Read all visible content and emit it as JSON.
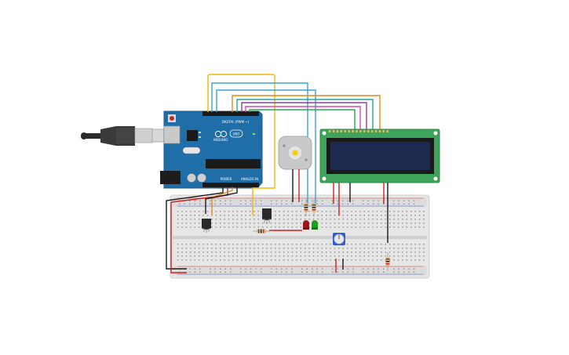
{
  "board": {
    "brand": "ARDUINO",
    "model": "UNO",
    "digital_label": "DIGITAL (PWM ~)",
    "power_label": "POWER",
    "analog_label": "ANALOG IN"
  },
  "colors": {
    "canvas_bg": "#ffffff",
    "breadboard": "#e8e8e8",
    "board_blue": "#1f6ea8",
    "lcd_green": "#3fa45b",
    "lcd_screen": "#1c2a4f",
    "wire_red": "#d11f1f",
    "wire_black": "#1a1a1a",
    "wire_yellow": "#f0b800",
    "wire_blue": "#3aa0d8",
    "wire_orange": "#e08a1e",
    "wire_purple": "#8b3fa0",
    "wire_pink": "#d64aa0",
    "wire_teal": "#2aa59a",
    "led_red": "#a01515",
    "led_green": "#1aa31a"
  },
  "components": [
    {
      "name": "usb-cable",
      "icon": "usb-plug-icon"
    },
    {
      "name": "arduino-uno-board",
      "icon": "microcontroller-icon"
    },
    {
      "name": "dc-motor",
      "icon": "motor-icon"
    },
    {
      "name": "lcd-16x2-display",
      "icon": "lcd-icon"
    },
    {
      "name": "breadboard",
      "icon": "breadboard-icon"
    },
    {
      "name": "temperature-sensor",
      "icon": "sensor-icon"
    },
    {
      "name": "npn-transistor",
      "icon": "transistor-icon"
    },
    {
      "name": "red-led",
      "icon": "led-icon"
    },
    {
      "name": "green-led",
      "icon": "led-icon"
    },
    {
      "name": "potentiometer",
      "icon": "knob-icon"
    },
    {
      "name": "resistors",
      "icon": "resistor-icon"
    }
  ]
}
